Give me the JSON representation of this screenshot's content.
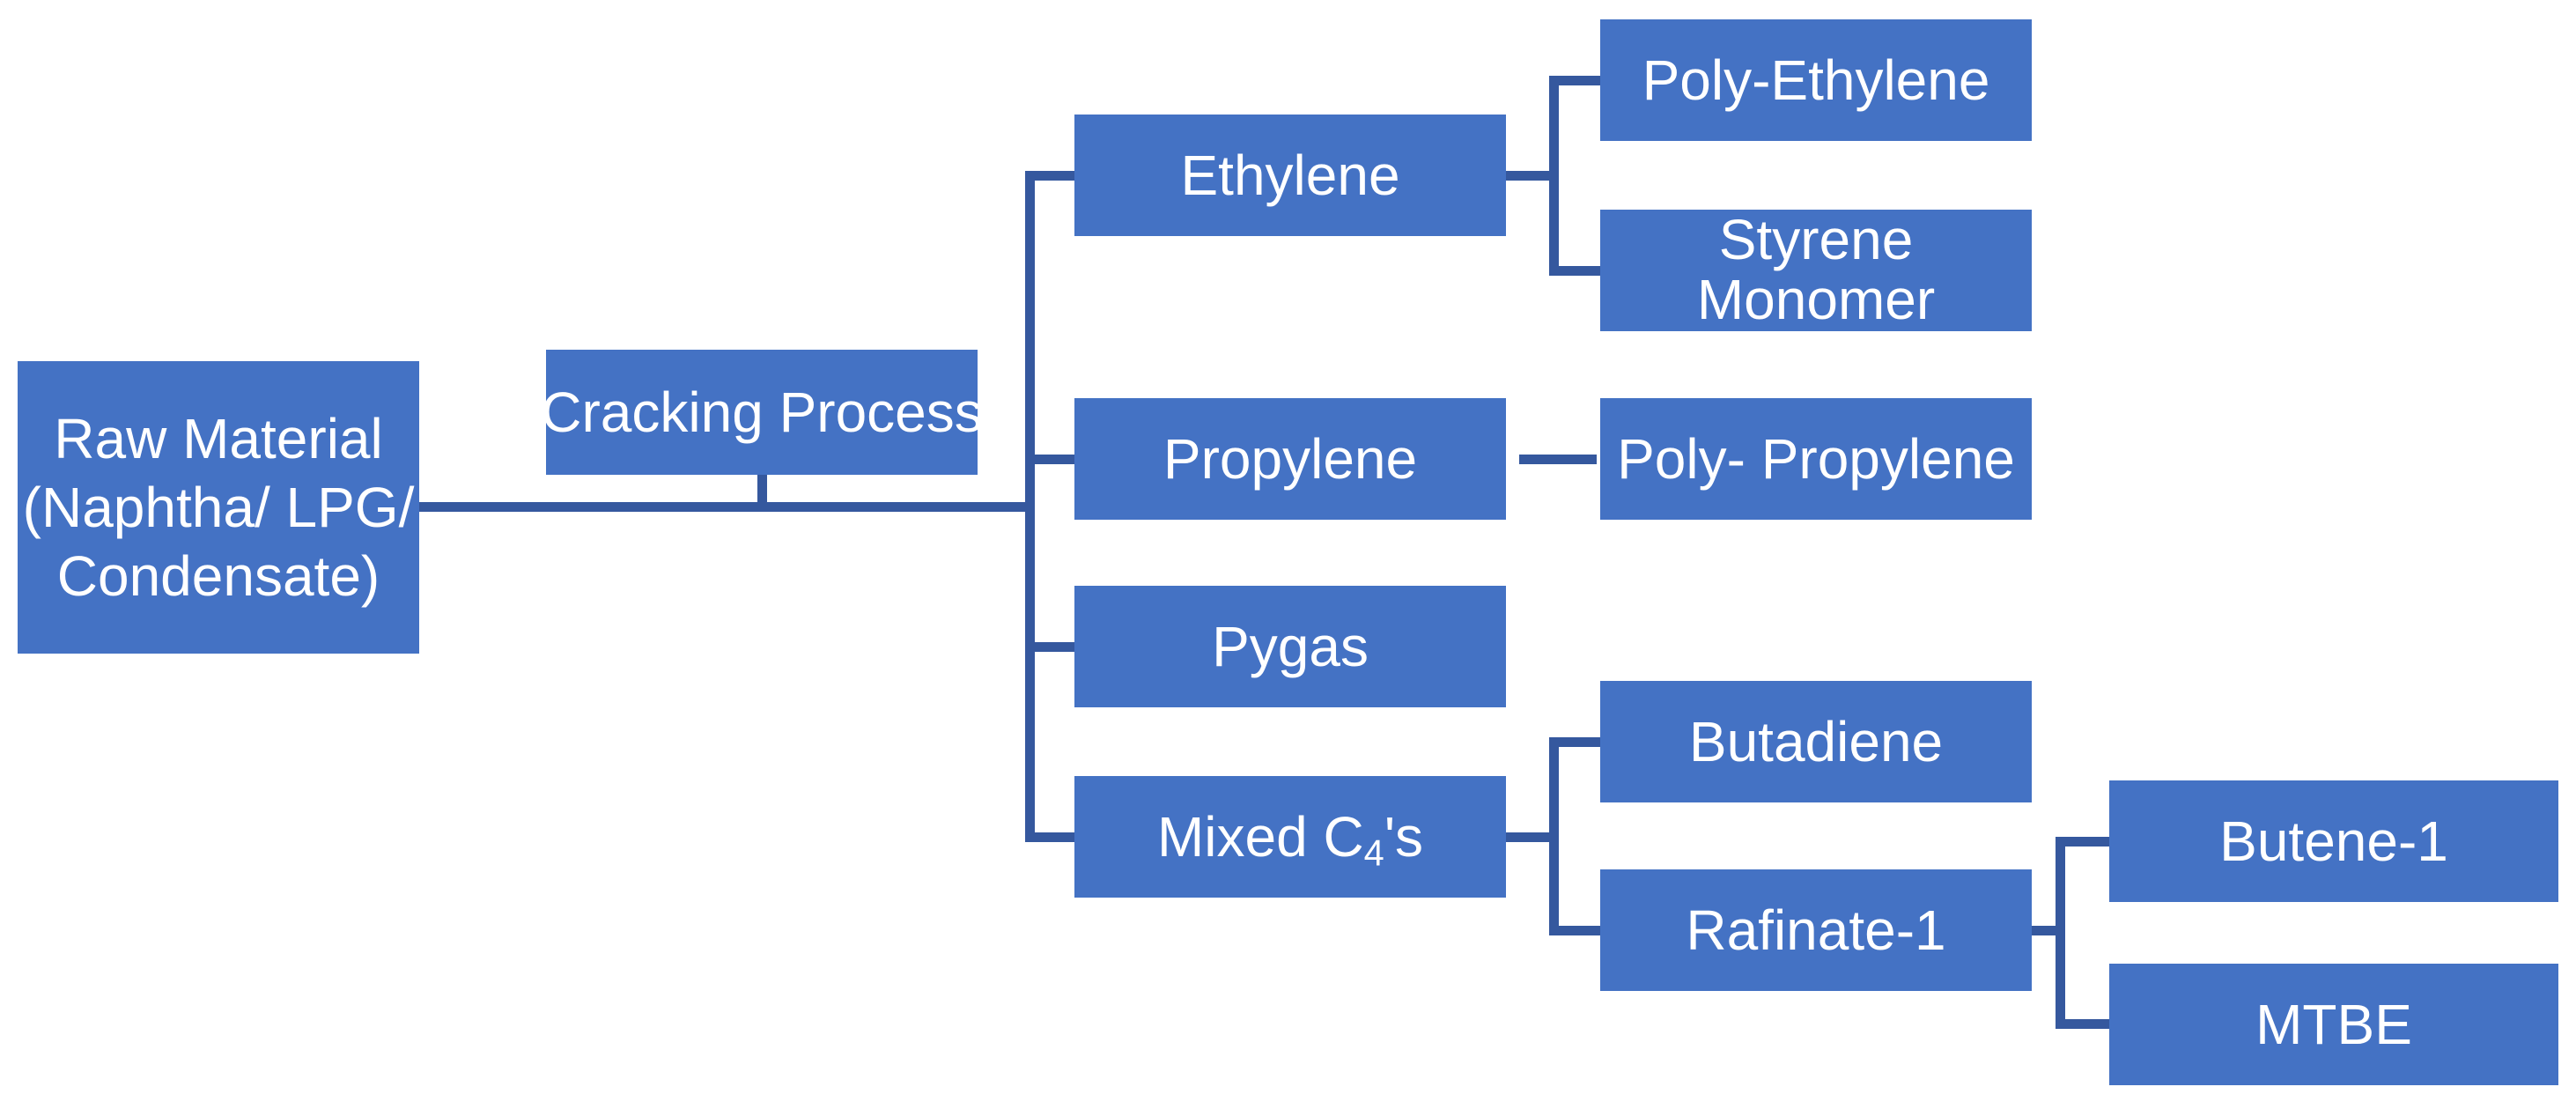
{
  "colors": {
    "background": "#FFFFFF",
    "box_fill": "#4472C4",
    "box_text": "#FFFFFF",
    "connector": "#35589E"
  },
  "nodes": {
    "raw_material": {
      "line1": "Raw Material",
      "line2": "(Naphtha/ LPG/",
      "line3": "Condensate)"
    },
    "cracking_process": {
      "label": "Cracking Process"
    },
    "ethylene": {
      "label": "Ethylene"
    },
    "poly_ethylene": {
      "label": "Poly-Ethylene"
    },
    "styrene_monomer": {
      "line1": "Styrene",
      "line2": "Monomer"
    },
    "propylene": {
      "label": "Propylene"
    },
    "poly_propylene": {
      "label": "Poly- Propylene"
    },
    "pygas": {
      "label": "Pygas"
    },
    "mixed_c4s": {
      "prefix": "Mixed C",
      "subscript": "4",
      "suffix": "'s"
    },
    "butadiene": {
      "label": "Butadiene"
    },
    "rafinate_1": {
      "label": "Rafinate-1"
    },
    "butene_1": {
      "label": "Butene-1"
    },
    "mtbe": {
      "label": "MTBE"
    }
  }
}
